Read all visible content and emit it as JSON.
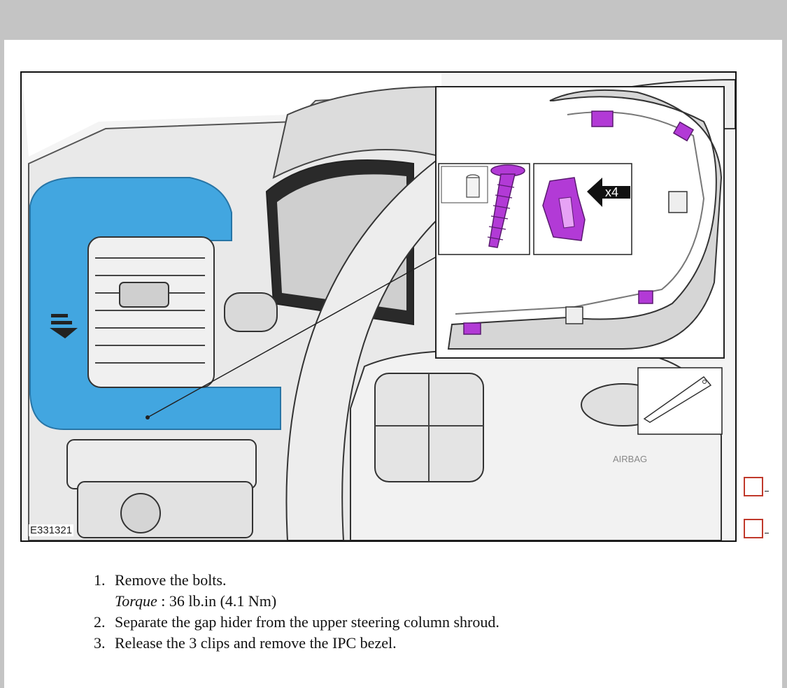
{
  "figure": {
    "id_label": "E331321",
    "quantity_label": "x4",
    "airbag_text": "AIRBAG"
  },
  "steps": [
    {
      "number": "1.",
      "text": "Remove the bolts."
    },
    {
      "number": "2.",
      "text": "Separate the gap hider from the upper steering column shroud."
    },
    {
      "number": "3.",
      "text": "Release the 3 clips and remove the IPC bezel."
    }
  ],
  "torque": {
    "label": "Torque",
    "value": " : 36 lb.in (4.1 Nm)"
  },
  "colors": {
    "highlight_blue": "#3aa3e0",
    "clip_magenta": "#b23ad6",
    "checkbox_red": "#c0392b"
  },
  "icons": [
    "gap-hider-highlight",
    "push-pin-clip-icon",
    "spring-clip-icon",
    "trim-tool-icon",
    "direction-arrow-icon"
  ]
}
